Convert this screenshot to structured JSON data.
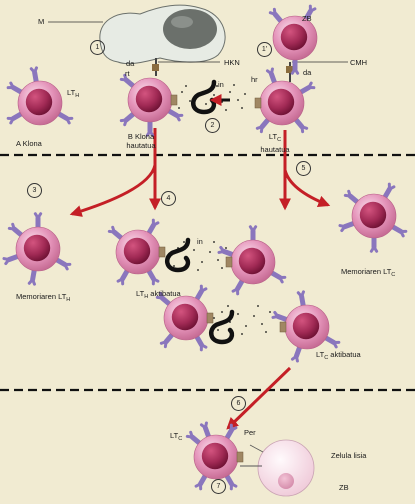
{
  "labels": {
    "m": "M",
    "zb_top": "ZB",
    "hkn": "HKN",
    "cmh": "CMH",
    "da_left": "da",
    "rt": "rt",
    "hr": "hr",
    "da_right": "da",
    "in_top": "in",
    "in_mid": "in",
    "lth_main": "LT",
    "lth_sub": "H",
    "a_klona": "A Klona",
    "b_klona_line1": "B Klona",
    "b_klona_line2": "hautatua",
    "ltc_hautatua_main": "LT",
    "ltc_hautatua_sub": "C",
    "ltc_hautatua_line2": "hautatua",
    "memoriaren_lth_main": "Memoriaren LT",
    "memoriaren_lth_sub": "H",
    "lth_aktibatua_main": "LT",
    "lth_aktibatua_sub": "H",
    "lth_aktibatua_rest": " aktibatua",
    "memoriaren_ltc_main": "Memoriaren LT",
    "memoriaren_ltc_sub": "C",
    "ltc_aktibatua_main": "LT",
    "ltc_aktibatua_sub": "C",
    "ltc_aktibatua_rest": " aktibatua",
    "per": "Per",
    "ltc_bottom_main": "LT",
    "ltc_bottom_sub": "C",
    "zelula_lisia": "Zelula lisia",
    "zb_bottom": "ZB"
  },
  "steps": [
    "1",
    "1'",
    "2",
    "3",
    "4",
    "5",
    "6",
    "7"
  ],
  "colors": {
    "background": "#f1ebd2",
    "cell_body": "#d97fa8",
    "cell_nucleus": "#9e2650",
    "receptor": "#8a76bd",
    "arrow": "#c41f26",
    "dashed_divider": "#111111",
    "macrophage": "#e7ebe4",
    "macrophage_nucleus": "#6b706b",
    "target_cell": "#f4dbe4"
  },
  "icons": [
    "lymphocyte-icon",
    "macrophage-icon",
    "target-cell-icon",
    "interleukin-hook-icon",
    "receptor-icon"
  ]
}
